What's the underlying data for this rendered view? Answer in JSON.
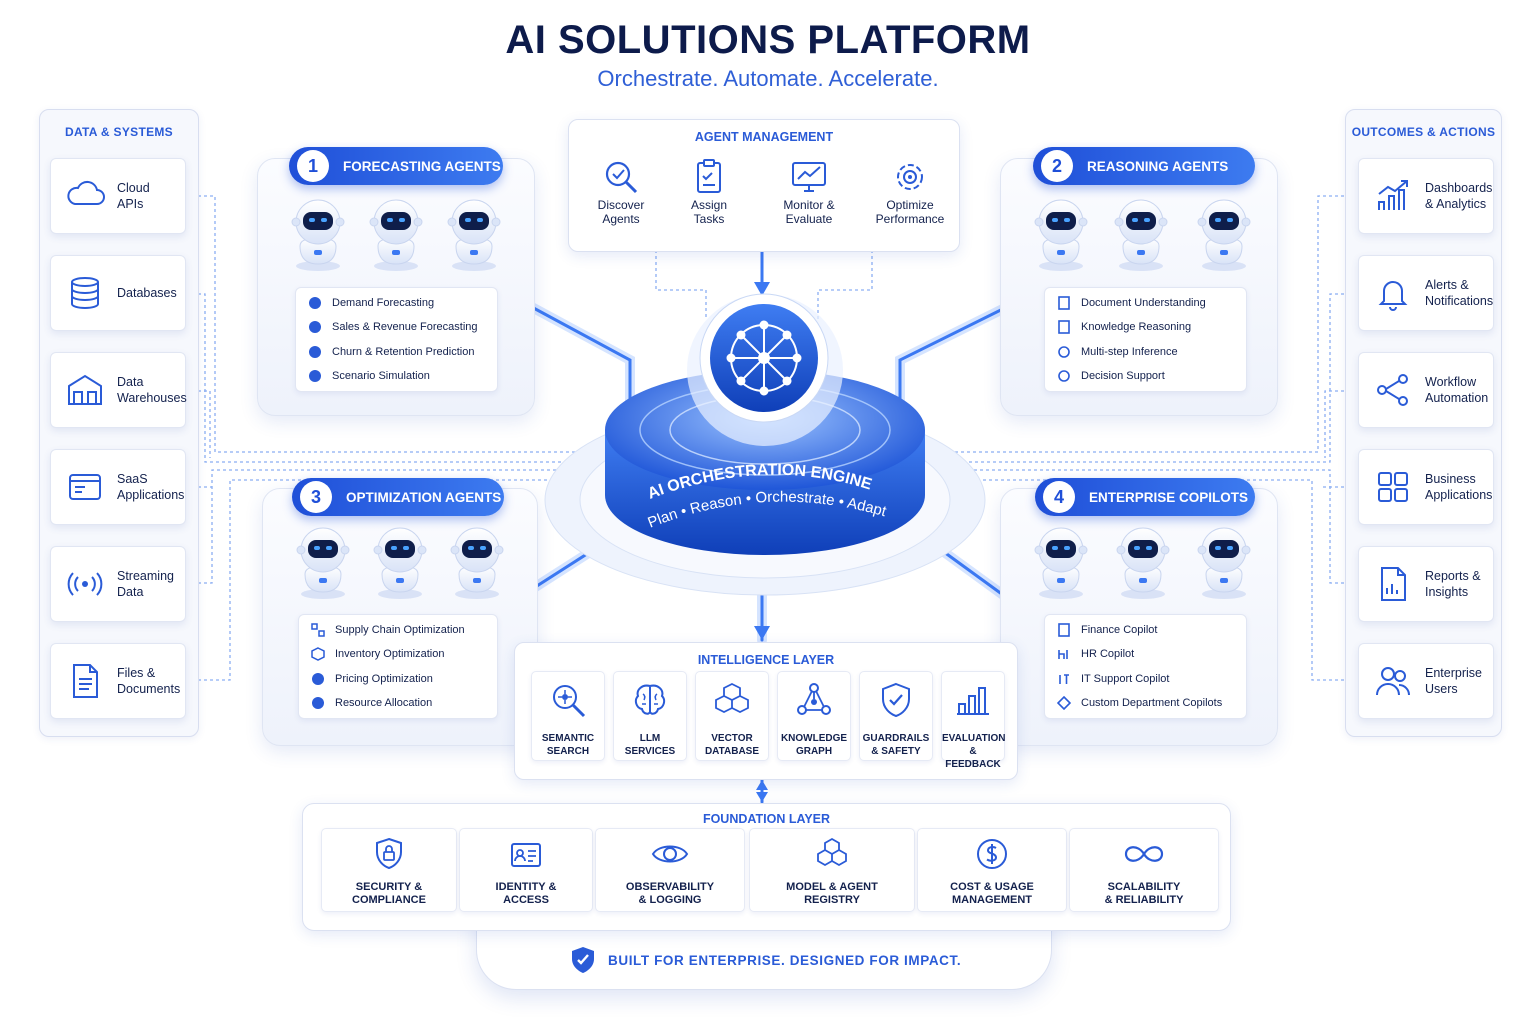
{
  "header": {
    "title": "AI SOLUTIONS PLATFORM",
    "subtitle": "Orchestrate. Automate. Accelerate."
  },
  "colors": {
    "accent": "#2a5bd7",
    "navy": "#0d1b4b",
    "glow": "#3d7bf0"
  },
  "data_systems": {
    "heading": "DATA & SYSTEMS",
    "items": [
      {
        "label": "Cloud\nAPIs",
        "icon": "cloud-icon"
      },
      {
        "label": "Databases",
        "icon": "database-icon"
      },
      {
        "label": "Data\nWarehouses",
        "icon": "warehouse-icon"
      },
      {
        "label": "SaaS\nApplications",
        "icon": "saas-window-icon"
      },
      {
        "label": "Streaming\nData",
        "icon": "streaming-icon"
      },
      {
        "label": "Files &\nDocuments",
        "icon": "document-icon"
      }
    ]
  },
  "outcomes": {
    "heading": "OUTCOMES & ACTIONS",
    "items": [
      {
        "label": "Dashboards\n& Analytics",
        "icon": "chart-icon"
      },
      {
        "label": "Alerts &\nNotifications",
        "icon": "bell-icon"
      },
      {
        "label": "Workflow\nAutomation",
        "icon": "workflow-icon"
      },
      {
        "label": "Business\nApplications",
        "icon": "apps-grid-icon"
      },
      {
        "label": "Reports &\nInsights",
        "icon": "report-icon"
      },
      {
        "label": "Enterprise\nUsers",
        "icon": "users-icon"
      }
    ]
  },
  "agent_management": {
    "heading": "AGENT MANAGEMENT",
    "items": [
      {
        "label": "Discover\nAgents",
        "icon": "magnifier-icon"
      },
      {
        "label": "Assign\nTasks",
        "icon": "clipboard-icon"
      },
      {
        "label": "Monitor &\nEvaluate",
        "icon": "monitor-icon"
      },
      {
        "label": "Optimize\nPerformance",
        "icon": "target-gear-icon"
      }
    ]
  },
  "clusters": [
    {
      "number": "1",
      "title": "FORECASTING AGENTS",
      "items": [
        "Demand Forecasting",
        "Sales & Revenue Forecasting",
        "Churn & Retention Prediction",
        "Scenario Simulation"
      ]
    },
    {
      "number": "2",
      "title": "REASONING AGENTS",
      "items": [
        "Document Understanding",
        "Knowledge Reasoning",
        "Multi-step Inference",
        "Decision Support"
      ]
    },
    {
      "number": "3",
      "title": "OPTIMIZATION AGENTS",
      "items": [
        "Supply Chain Optimization",
        "Inventory Optimization",
        "Pricing Optimization",
        "Resource Allocation"
      ]
    },
    {
      "number": "4",
      "title": "ENTERPRISE COPILOTS",
      "items": [
        "Finance Copilot",
        "HR Copilot",
        "IT Support Copilot",
        "Custom Department Copilots"
      ]
    }
  ],
  "engine": {
    "title": "AI ORCHESTRATION ENGINE",
    "tagline": "Plan • Reason • Orchestrate • Adapt"
  },
  "intelligence_layer": {
    "heading": "INTELLIGENCE LAYER",
    "items": [
      {
        "label": "SEMANTIC\nSEARCH",
        "icon": "semantic-search-icon"
      },
      {
        "label": "LLM\nSERVICES",
        "icon": "brain-icon"
      },
      {
        "label": "VECTOR\nDATABASE",
        "icon": "cubes-icon"
      },
      {
        "label": "KNOWLEDGE\nGRAPH",
        "icon": "graph-icon"
      },
      {
        "label": "GUARDRAILS\n& SAFETY",
        "icon": "shield-check-icon"
      },
      {
        "label": "EVALUATION\n& FEEDBACK",
        "icon": "bar-chart-icon"
      }
    ]
  },
  "foundation_layer": {
    "heading": "FOUNDATION LAYER",
    "items": [
      {
        "label": "SECURITY &\nCOMPLIANCE",
        "icon": "lock-shield-icon"
      },
      {
        "label": "IDENTITY &\nACCESS",
        "icon": "id-card-icon"
      },
      {
        "label": "OBSERVABILITY\n& LOGGING",
        "icon": "eye-icon"
      },
      {
        "label": "MODEL & AGENT\nREGISTRY",
        "icon": "cube-stack-icon"
      },
      {
        "label": "COST & USAGE\nMANAGEMENT",
        "icon": "dollar-icon"
      },
      {
        "label": "SCALABILITY\n& RELIABILITY",
        "icon": "infinity-icon"
      }
    ]
  },
  "footer": {
    "tagline": "BUILT FOR ENTERPRISE. DESIGNED FOR IMPACT."
  }
}
